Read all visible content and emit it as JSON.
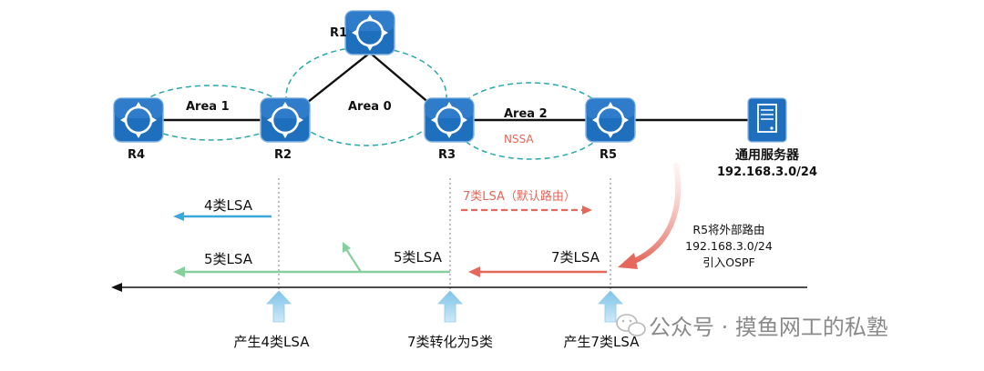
{
  "routers": [
    {
      "id": "R1",
      "label": "R1"
    },
    {
      "id": "R2",
      "label": "R2"
    },
    {
      "id": "R3",
      "label": "R3"
    },
    {
      "id": "R4",
      "label": "R4"
    },
    {
      "id": "R5",
      "label": "R5"
    }
  ],
  "server": {
    "name": "通用服务器",
    "subnet": "192.168.3.0/24"
  },
  "areas": {
    "area1": "Area 1",
    "area0": "Area 0",
    "area2": "Area 2",
    "area2_type": "NSSA"
  },
  "flows": {
    "lsa4_label": "4类LSA",
    "default_route_label": "7类LSA（默认路由）",
    "lsa5_left_label": "5类LSA",
    "lsa5_mid_label": "5类LSA",
    "lsa7_label": "7类LSA"
  },
  "annotation": {
    "line1": "R5将外部路由",
    "line2": "192.168.3.0/24",
    "line3": "引入OSPF"
  },
  "events": {
    "r2": "产生4类LSA",
    "r3": "7类转化为5类",
    "r5": "产生7类LSA"
  },
  "watermark": "公众号 · 摸鱼网工的私塾",
  "colors": {
    "router_fill": "#1f6fbf",
    "area_dash": "#2aa7a7",
    "blue_arrow": "#3aa8d8",
    "green_arrow": "#86cf9f",
    "red_arrow": "#e4685c",
    "nssa_text": "#e4685c"
  }
}
